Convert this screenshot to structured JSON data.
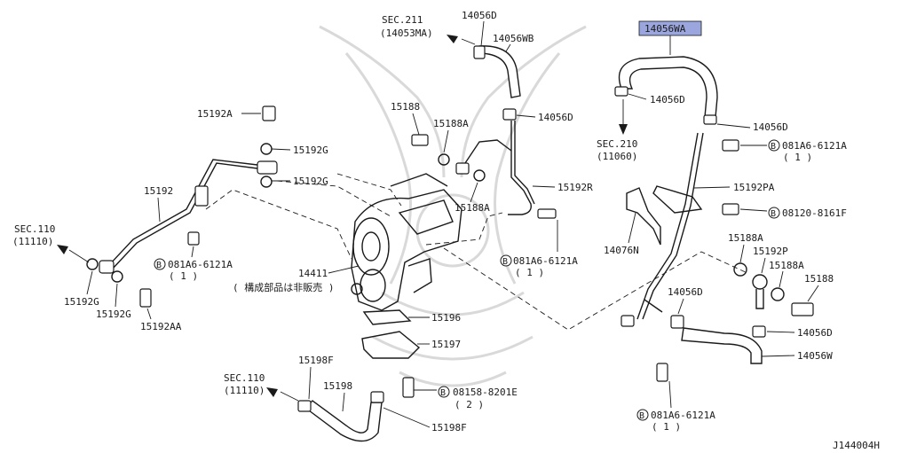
{
  "diagram_id": "J144004H",
  "highlighted_part": "14056WA",
  "labels": {
    "sec211": "SEC.211",
    "sec211_ref": "(14053MA)",
    "p14056D_top": "14056D",
    "p14056WB": "14056WB",
    "p14056WA": "14056WA",
    "p14056D_a": "14056D",
    "p14056D_b": "14056D",
    "p14056D_c": "14056D",
    "sec210": "SEC.210",
    "sec210_ref": "(11060)",
    "p15188_top": "15188",
    "p15188A_top": "15188A",
    "p15192A": "15192A",
    "p15192G_a": "15192G",
    "p15192G_b": "15192G",
    "p15192": "15192",
    "p15192R": "15192R",
    "p15188A_mid": "15188A",
    "b081A6_a": "081A6-6121A",
    "b081A6_a_qty": "( 1 )",
    "b08120": "08120-8161F",
    "p15192PA": "15192PA",
    "p14076N": "14076N",
    "sec110_a": "SEC.110",
    "sec110_a_ref": "(11110)",
    "b081A6_b": "081A6-6121A",
    "b081A6_b_qty": "( 1 )",
    "b081A6_c": "081A6-6121A",
    "b081A6_c_qty": "( 1 )",
    "p14411": "14411",
    "p14411_note": "( 構成部品は非販売 )",
    "p15192G_c": "15192G",
    "p15192G_d": "15192G",
    "p15192AA": "15192AA",
    "p15188A_r1": "15188A",
    "p15192P": "15192P",
    "p15188A_r2": "15188A",
    "p15188_r": "15188",
    "p14056D_r": "14056D",
    "p14056D_r2": "14056D",
    "p14056W": "14056W",
    "p15196": "15196",
    "p15197": "15197",
    "sec110_b": "SEC.110",
    "sec110_b_ref": "(11110)",
    "p15198F_a": "15198F",
    "p15198": "15198",
    "b08158": "08158-8201E",
    "b08158_qty": "( 2 )",
    "p15198F_b": "15198F",
    "b081A6_d": "081A6-6121A",
    "b081A6_d_qty": "( 1 )",
    "bolt_marker": "B",
    "footer_code": "J144004H"
  }
}
